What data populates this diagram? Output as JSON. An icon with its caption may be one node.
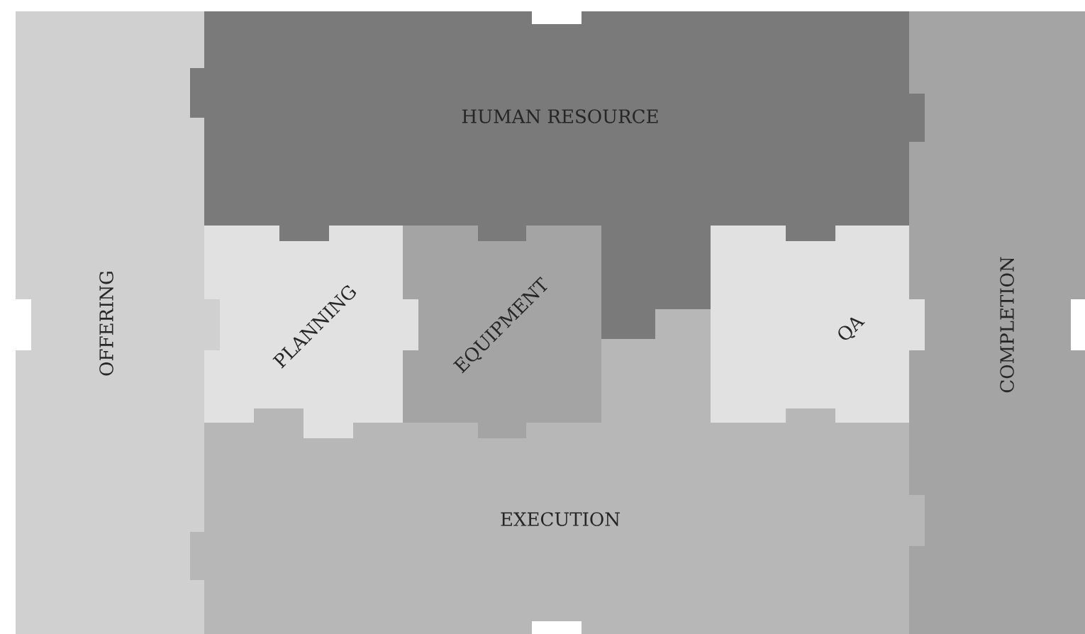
{
  "diagram": {
    "nodes": [
      {
        "text": [
          "HUMAN RESOURCE"
        ]
      },
      {
        "text": [
          "OFFERING"
        ]
      },
      {
        "text": [
          "PLANNING"
        ]
      },
      {
        "text": [
          "EQUIPMENT"
        ]
      },
      {
        "text": [
          "QA"
        ]
      },
      {
        "text": [
          "COMPLETION"
        ]
      },
      {
        "text": [
          "EXECUTION"
        ]
      }
    ]
  }
}
